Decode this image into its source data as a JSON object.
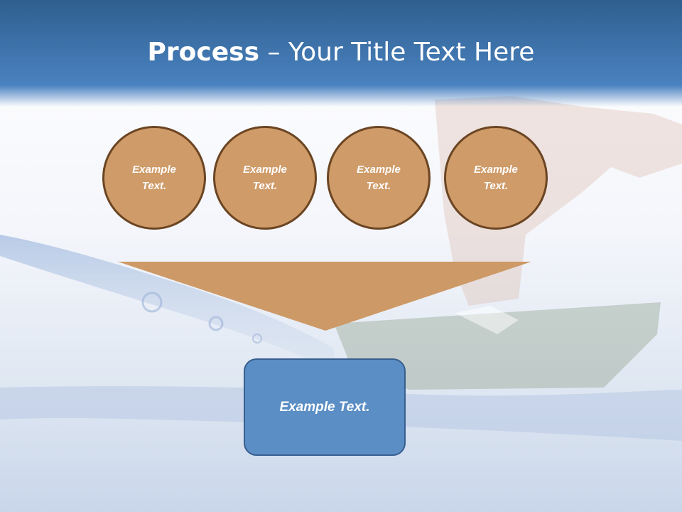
{
  "title": {
    "bold": "Process",
    "rest": " – Your Title Text Here"
  },
  "steps": [
    {
      "label": "Example Text."
    },
    {
      "label": "Example Text."
    },
    {
      "label": "Example Text."
    },
    {
      "label": "Example Text."
    }
  ],
  "result": {
    "label": "Example Text."
  },
  "colors": {
    "header_top": "#2f5f8f",
    "header_bottom": "#4a82c0",
    "circle_fill": "#cf9b68",
    "circle_border": "#6b4523",
    "funnel_fill": "#cd9966",
    "box_fill": "#5a8ec4",
    "box_border": "#375f8f"
  }
}
